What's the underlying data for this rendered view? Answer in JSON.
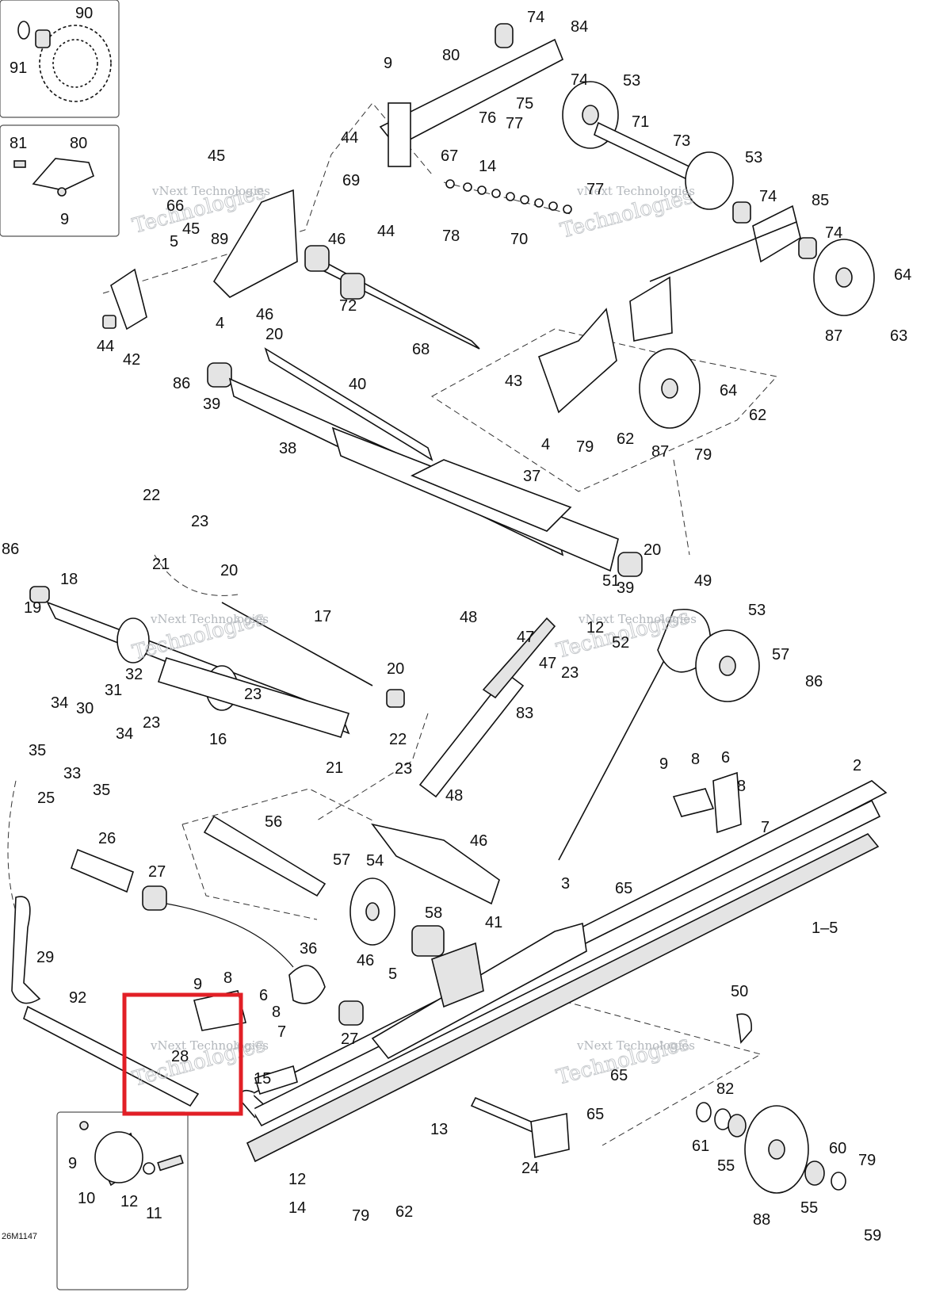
{
  "diagram_code": "26M1147",
  "watermark": {
    "line1": "vNext",
    "line2": "Technologies",
    "full": "vNext Technologies"
  },
  "highlight": {
    "color": "#e21f26",
    "label": "28"
  },
  "labels": {
    "l90": "90",
    "l91": "91",
    "l81": "81",
    "l80a": "80",
    "l9a": "9",
    "l74a": "74",
    "l84": "84",
    "l80": "80",
    "l9b": "9",
    "l74b": "74",
    "l53a": "53",
    "l75": "75",
    "l44a": "44",
    "l76": "76",
    "l77a": "77",
    "l71": "71",
    "l73": "73",
    "l67": "67",
    "l14a": "14",
    "l53b": "53",
    "l45a": "45",
    "l69": "69",
    "l77b": "77",
    "l74c": "74",
    "l85": "85",
    "l66": "66",
    "l45b": "45",
    "l89": "89",
    "l46a": "46",
    "l44b": "44",
    "l78": "78",
    "l70": "70",
    "l74d": "74",
    "l5a": "5",
    "l64a": "64",
    "l72": "72",
    "l46b": "46",
    "l4a": "4",
    "l63": "63",
    "l87a": "87",
    "l44c": "44",
    "l42": "42",
    "l68": "68",
    "l20a": "20",
    "l43": "43",
    "l86a": "86",
    "l40": "40",
    "l39a": "39",
    "l64b": "64",
    "l62a": "62",
    "l62b": "62",
    "l4b": "4",
    "l79a": "79",
    "l87b": "87",
    "l79b": "79",
    "l38": "38",
    "l37": "37",
    "l22a": "22",
    "l23a": "23",
    "l21a": "21",
    "l20b": "20",
    "l86b": "86",
    "l18": "18",
    "l20c": "20",
    "l51": "51",
    "l49": "49",
    "l39b": "39",
    "l19": "19",
    "l17": "17",
    "l48a": "48",
    "l12a": "12",
    "l53c": "53",
    "l47a": "47",
    "l52": "52",
    "l47b": "47",
    "l23b": "23",
    "l57a": "57",
    "l86c": "86",
    "l20d": "20",
    "l32": "32",
    "l31": "31",
    "l23c": "23",
    "l34a": "34",
    "l30": "30",
    "l23d": "23",
    "l83": "83",
    "l16": "16",
    "l22b": "22",
    "l35a": "35",
    "l34b": "34",
    "l33": "33",
    "l35b": "35",
    "l21b": "21",
    "l9c": "9",
    "l8a": "8",
    "l6a": "6",
    "l2": "2",
    "l8b": "8",
    "l23e": "23",
    "l48b": "48",
    "l25": "25",
    "l7a": "7",
    "l56": "56",
    "l46c": "46",
    "l26": "26",
    "l57b": "57",
    "l54": "54",
    "l3": "3",
    "l65a": "65",
    "l27a": "27",
    "l41": "41",
    "l58": "58",
    "l15label": "1–5",
    "l29": "29",
    "l36": "36",
    "l46d": "46",
    "l5b": "5",
    "l9d": "9",
    "l8c": "8",
    "l6b": "6",
    "l50": "50",
    "l8d": "8",
    "l92": "92",
    "l7b": "7",
    "l27b": "27",
    "l28": "28",
    "l65b": "65",
    "l15": "15",
    "l82": "82",
    "l65c": "65",
    "l13": "13",
    "l61": "61",
    "l55a": "55",
    "l9e": "9",
    "l60": "60",
    "l24": "24",
    "l79c": "79",
    "l10": "10",
    "l12b": "12",
    "l12c": "12",
    "l11": "11",
    "l14b": "14",
    "l79d": "79",
    "l62c": "62",
    "l88": "88",
    "l55b": "55",
    "l59": "59"
  }
}
